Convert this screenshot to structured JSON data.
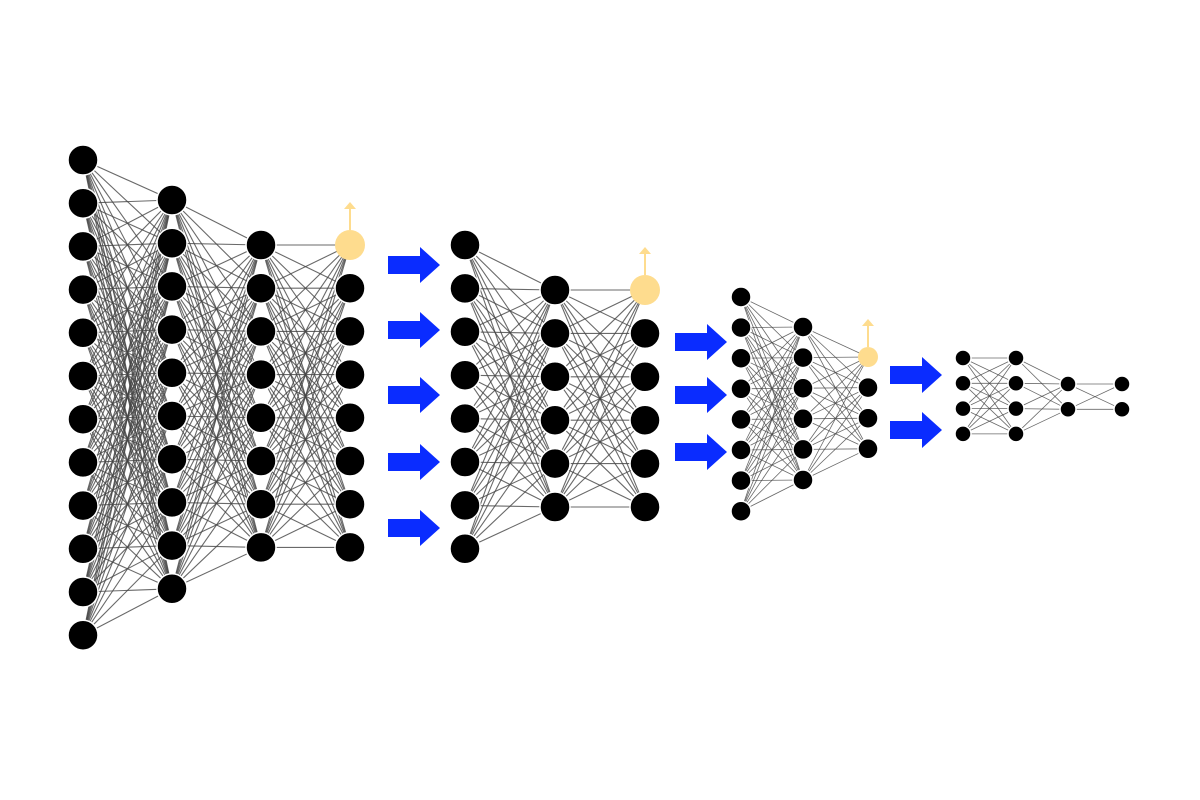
{
  "diagram": {
    "type": "neural-network-pruning-sequence",
    "colors": {
      "node": "#000000",
      "edge": "#444444",
      "pruned_node": "#fedc8e",
      "arrow": "#0a2cff"
    },
    "networks": [
      {
        "layers": [
          12,
          10,
          8,
          8
        ],
        "pruned": {
          "layer": 3,
          "index": 0
        }
      },
      {
        "layers": [
          8,
          6,
          6
        ],
        "pruned": {
          "layer": 2,
          "index": 0
        }
      },
      {
        "layers": [
          8,
          6,
          4
        ],
        "pruned": {
          "layer": 2,
          "index": 0
        }
      },
      {
        "layers": [
          4,
          4,
          2,
          2
        ],
        "pruned": null
      }
    ],
    "transition_arrows": [
      5,
      3,
      2
    ]
  }
}
